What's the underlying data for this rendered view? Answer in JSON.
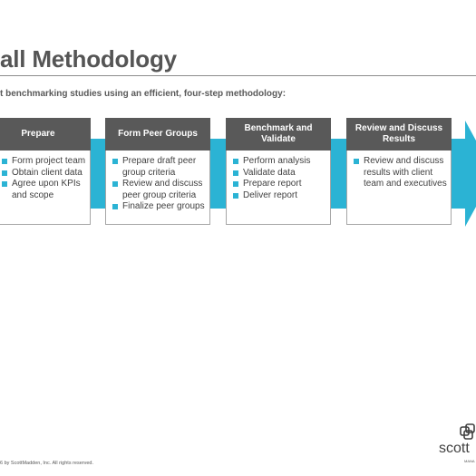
{
  "slide": {
    "title": "all Methodology",
    "subtitle": "t benchmarking studies using an efficient, four-step methodology:",
    "footer": "6 by ScottMadden, Inc. All rights reserved."
  },
  "colors": {
    "accent": "#2bb3d4",
    "header_bg": "#595959",
    "title_text": "#555555"
  },
  "steps": [
    {
      "title": "Prepare",
      "bullets": [
        "Form project team",
        "Obtain client data",
        "Agree upon KPIs",
        "and scope"
      ]
    },
    {
      "title": "Form Peer Groups",
      "bullets": [
        "Prepare draft peer group criteria",
        "Review and discuss peer group criteria",
        "Finalize peer groups"
      ]
    },
    {
      "title": "Benchmark and Validate",
      "bullets": [
        "Perform analysis",
        "Validate data",
        "Prepare report",
        "Deliver report"
      ]
    },
    {
      "title": "Review and Discuss Results",
      "bullets": [
        "Review and discuss results with client team and executives"
      ]
    }
  ],
  "logo": {
    "word": "scott",
    "sub": "MANA"
  }
}
